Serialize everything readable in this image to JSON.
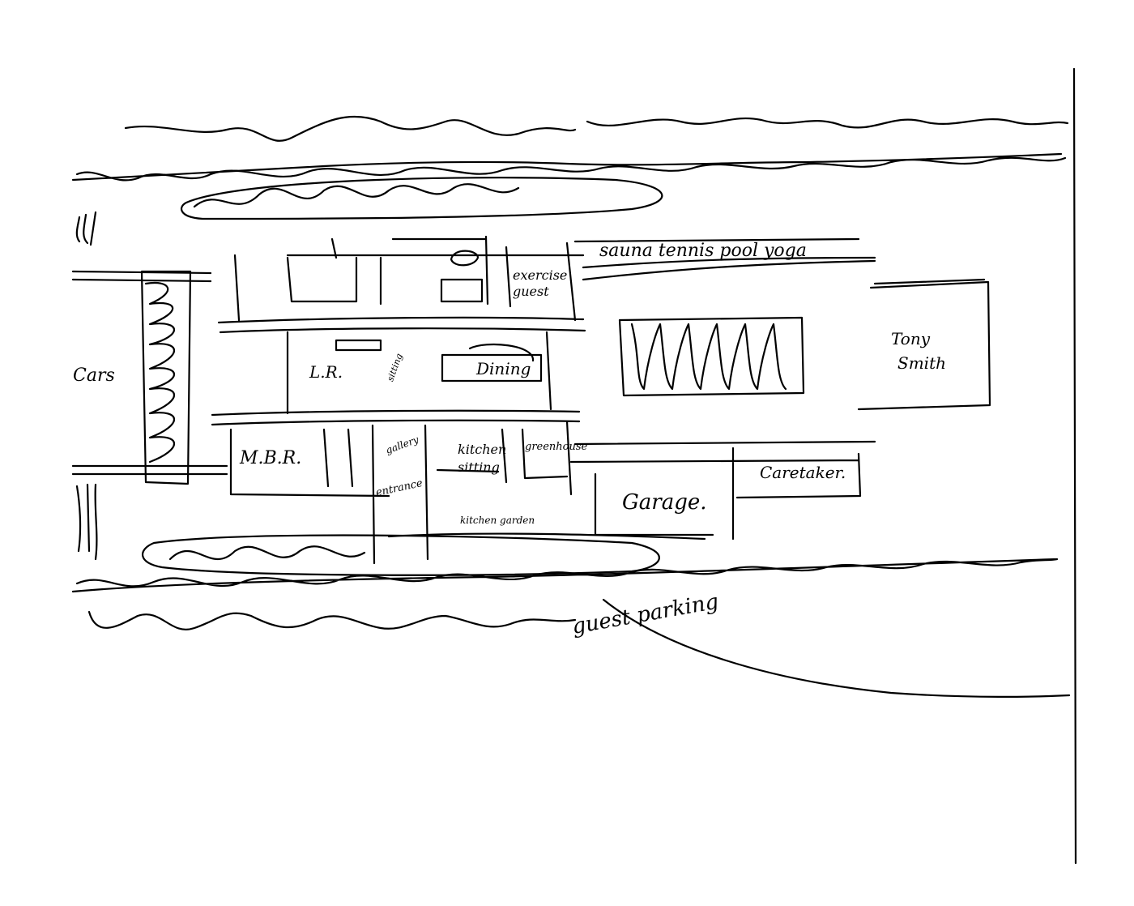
{
  "sketch": {
    "title": "Site plan sketch",
    "labels": {
      "top_program": "sauna tennis pool yoga",
      "exercise_guest_1": "exercise",
      "exercise_guest_2": "guest",
      "dining": "Dining",
      "living_room": "L.R.",
      "sitting": "sitting",
      "tony_smith_1": "Tony",
      "tony_smith_2": "Smith",
      "cars": "Cars",
      "master_bedroom": "M.B.R.",
      "gallery": "gallery",
      "kitchen_sitting_1": "kitchen",
      "kitchen_sitting_2": "sitting",
      "greenhouse": "greenhouse",
      "entrance": "entrance",
      "kitchen_garden": "kitchen garden",
      "garage": "Garage.",
      "caretaker": "Caretaker.",
      "guest_parking": "guest parking"
    }
  }
}
